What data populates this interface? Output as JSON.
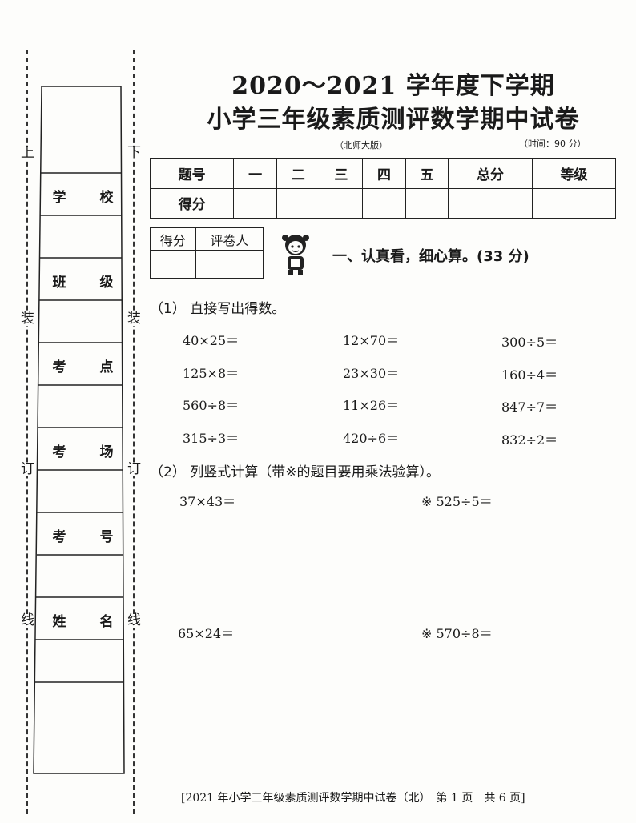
{
  "binding": {
    "left_chars": [
      "上",
      "装",
      "订",
      "线"
    ],
    "right_chars": [
      "下",
      "装",
      "订",
      "线"
    ],
    "fields": [
      "学 校",
      "班 级",
      "考 点",
      "考 场",
      "考 号",
      "姓 名"
    ]
  },
  "header": {
    "title_line1": "2020～2021 学年度下学期",
    "title_line2": "小学三年级素质测评数学期中试卷",
    "edition": "（北师大版）",
    "time": "（时间：90 分）"
  },
  "score_table": {
    "row1": [
      "题号",
      "一",
      "二",
      "三",
      "四",
      "五",
      "总分",
      "等级"
    ],
    "row2_label": "得分"
  },
  "grader_table": {
    "headers": [
      "得分",
      "评卷人"
    ]
  },
  "section1": {
    "heading": "一、认真看，细心算。(33 分)",
    "part1_title": "（1） 直接写出得数。",
    "part1_problems": [
      [
        "40×25＝",
        "12×70＝",
        "300÷5＝"
      ],
      [
        "125×8＝",
        "23×30＝",
        "160÷4＝"
      ],
      [
        "560÷8＝",
        "11×26＝",
        "847÷7＝"
      ],
      [
        "315÷3＝",
        "420÷6＝",
        "832÷2＝"
      ]
    ],
    "part2_title": "（2） 列竖式计算（带※的题目要用乘法验算）。",
    "part2_problems": [
      [
        "37×43＝",
        "※ 525÷5＝"
      ],
      [
        "65×24＝",
        "※ 570÷8＝"
      ]
    ]
  },
  "footer": "[2021 年小学三年级素质测评数学期中试卷（北）　第 1 页　共 6 页]"
}
